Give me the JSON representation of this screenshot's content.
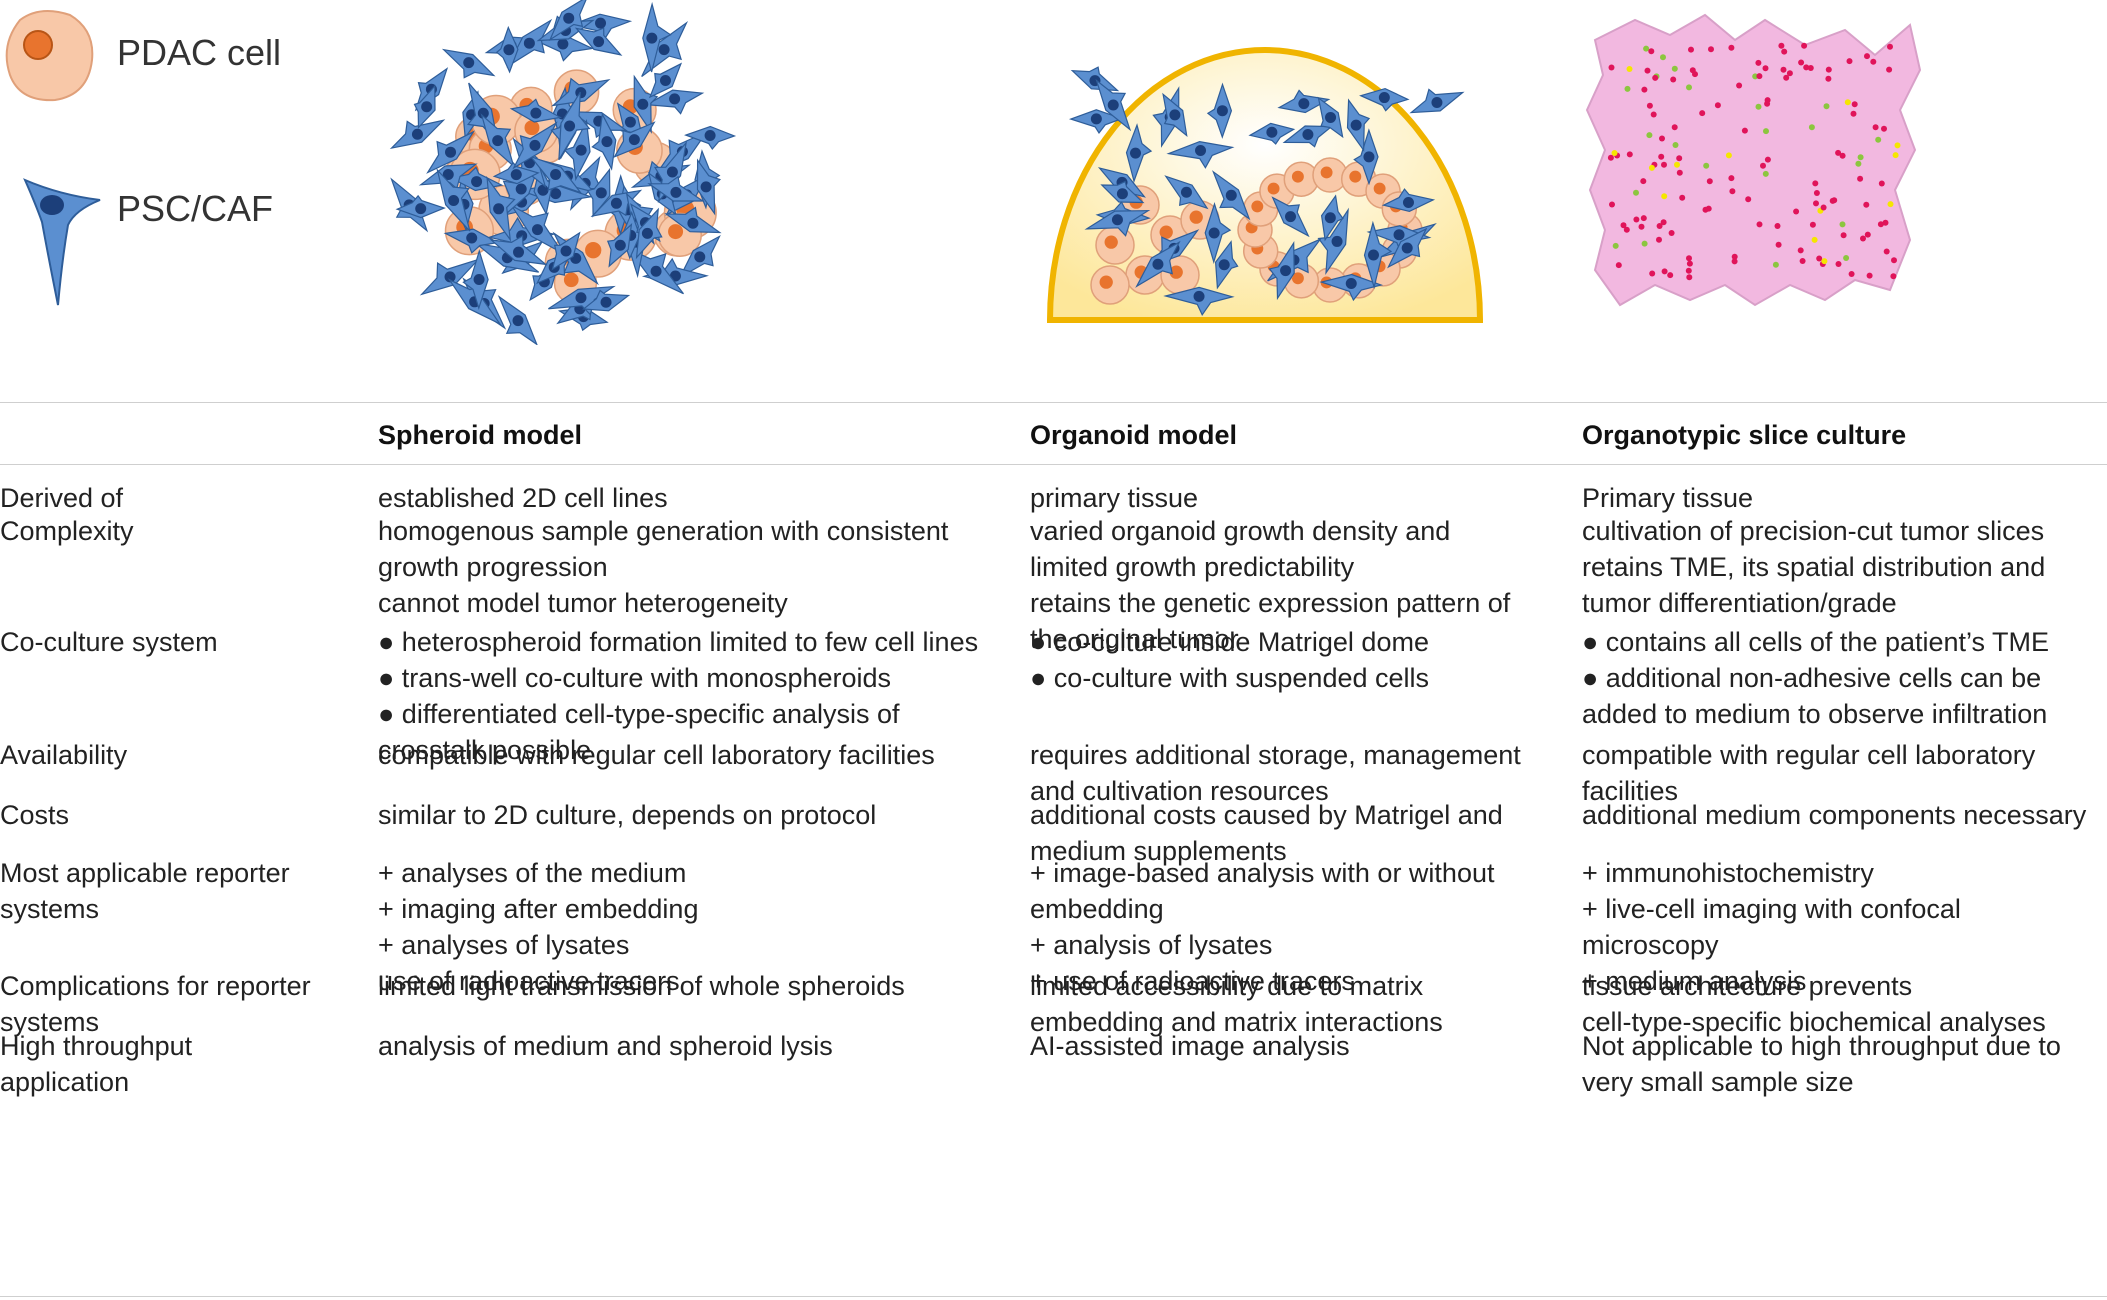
{
  "legend": {
    "pdac_label": "PDAC cell",
    "psc_label": "PSC/CAF",
    "colors": {
      "pdac_fill": "#f8c8a8",
      "pdac_nucleus": "#e8742e",
      "psc_fill": "#5b8fd0",
      "psc_nucleus": "#1c3f7a",
      "slice_fill": "#f2b8e0",
      "dot_red": "#e0145a",
      "dot_green": "#8cc63f",
      "dot_yellow": "#f5e600",
      "dome_fill": "#fde79a"
    }
  },
  "table": {
    "headers": [
      "",
      "Spheroid model",
      "Organoid model",
      "Organotypic slice culture"
    ],
    "rows": [
      {
        "label": [
          "Derived of"
        ],
        "spheroid": [
          "established 2D cell lines"
        ],
        "organoid": [
          "primary tissue"
        ],
        "slice": [
          "Primary tissue"
        ]
      },
      {
        "label": [
          "Complexity"
        ],
        "spheroid": [
          "homogenous sample generation with consistent",
          "growth progression",
          "cannot model tumor heterogeneity"
        ],
        "organoid": [
          "varied organoid growth density and",
          "limited growth predictability",
          "retains the genetic expression pattern of",
          "the original tumor"
        ],
        "slice": [
          "cultivation of precision-cut tumor slices",
          "retains TME, its spatial distribution and",
          "tumor differentiation/grade"
        ]
      },
      {
        "label": [
          "Co-culture system"
        ],
        "spheroid": [
          "● heterospheroid formation limited to few cell lines",
          "● trans-well co-culture with monospheroids",
          "● differentiated cell-type-specific analysis of",
          "crosstalk possible"
        ],
        "organoid": [
          "● co-culture inside Matrigel dome",
          "● co-culture with suspended cells"
        ],
        "slice": [
          "● contains all cells of the patient’s TME",
          "● additional non-adhesive cells can be",
          "added to medium to observe infiltration"
        ]
      },
      {
        "label": [
          "Availability"
        ],
        "spheroid": [
          "compatible with regular cell laboratory facilities"
        ],
        "organoid": [
          "requires additional storage, management",
          "and cultivation resources"
        ],
        "slice": [
          "compatible with regular cell laboratory",
          "facilities"
        ]
      },
      {
        "label": [
          "Costs"
        ],
        "spheroid": [
          "similar to 2D culture, depends on protocol"
        ],
        "organoid": [
          "additional costs caused by Matrigel and",
          "medium supplements"
        ],
        "slice": [
          "additional medium components necessary"
        ]
      },
      {
        "label": [
          "Most applicable reporter",
          "systems"
        ],
        "spheroid": [
          "+ analyses of the medium",
          "+ imaging after embedding",
          "+ analyses of lysates",
          "use of radioactive tracers"
        ],
        "organoid": [
          "+ image-based analysis with or without",
          "embedding",
          "+ analysis of lysates",
          "+ use of radioactive tracers"
        ],
        "slice": [
          "+ immunohistochemistry",
          "+ live-cell imaging with confocal",
          "microscopy",
          "+ medium analysis"
        ]
      },
      {
        "label": [
          "Complications for reporter",
          "systems"
        ],
        "spheroid": [
          "limited light transmission of whole spheroids"
        ],
        "organoid": [
          "limited accessibility due to matrix",
          "embedding and matrix interactions"
        ],
        "slice": [
          "tissue architecture prevents",
          "cell-type-specific biochemical analyses"
        ]
      },
      {
        "label": [
          "High throughput",
          "application"
        ],
        "spheroid": [
          "analysis of medium and spheroid lysis"
        ],
        "organoid": [
          "AI-assisted image analysis"
        ],
        "slice": [
          "Not applicable to high throughput due to",
          "very small sample size"
        ]
      }
    ]
  }
}
